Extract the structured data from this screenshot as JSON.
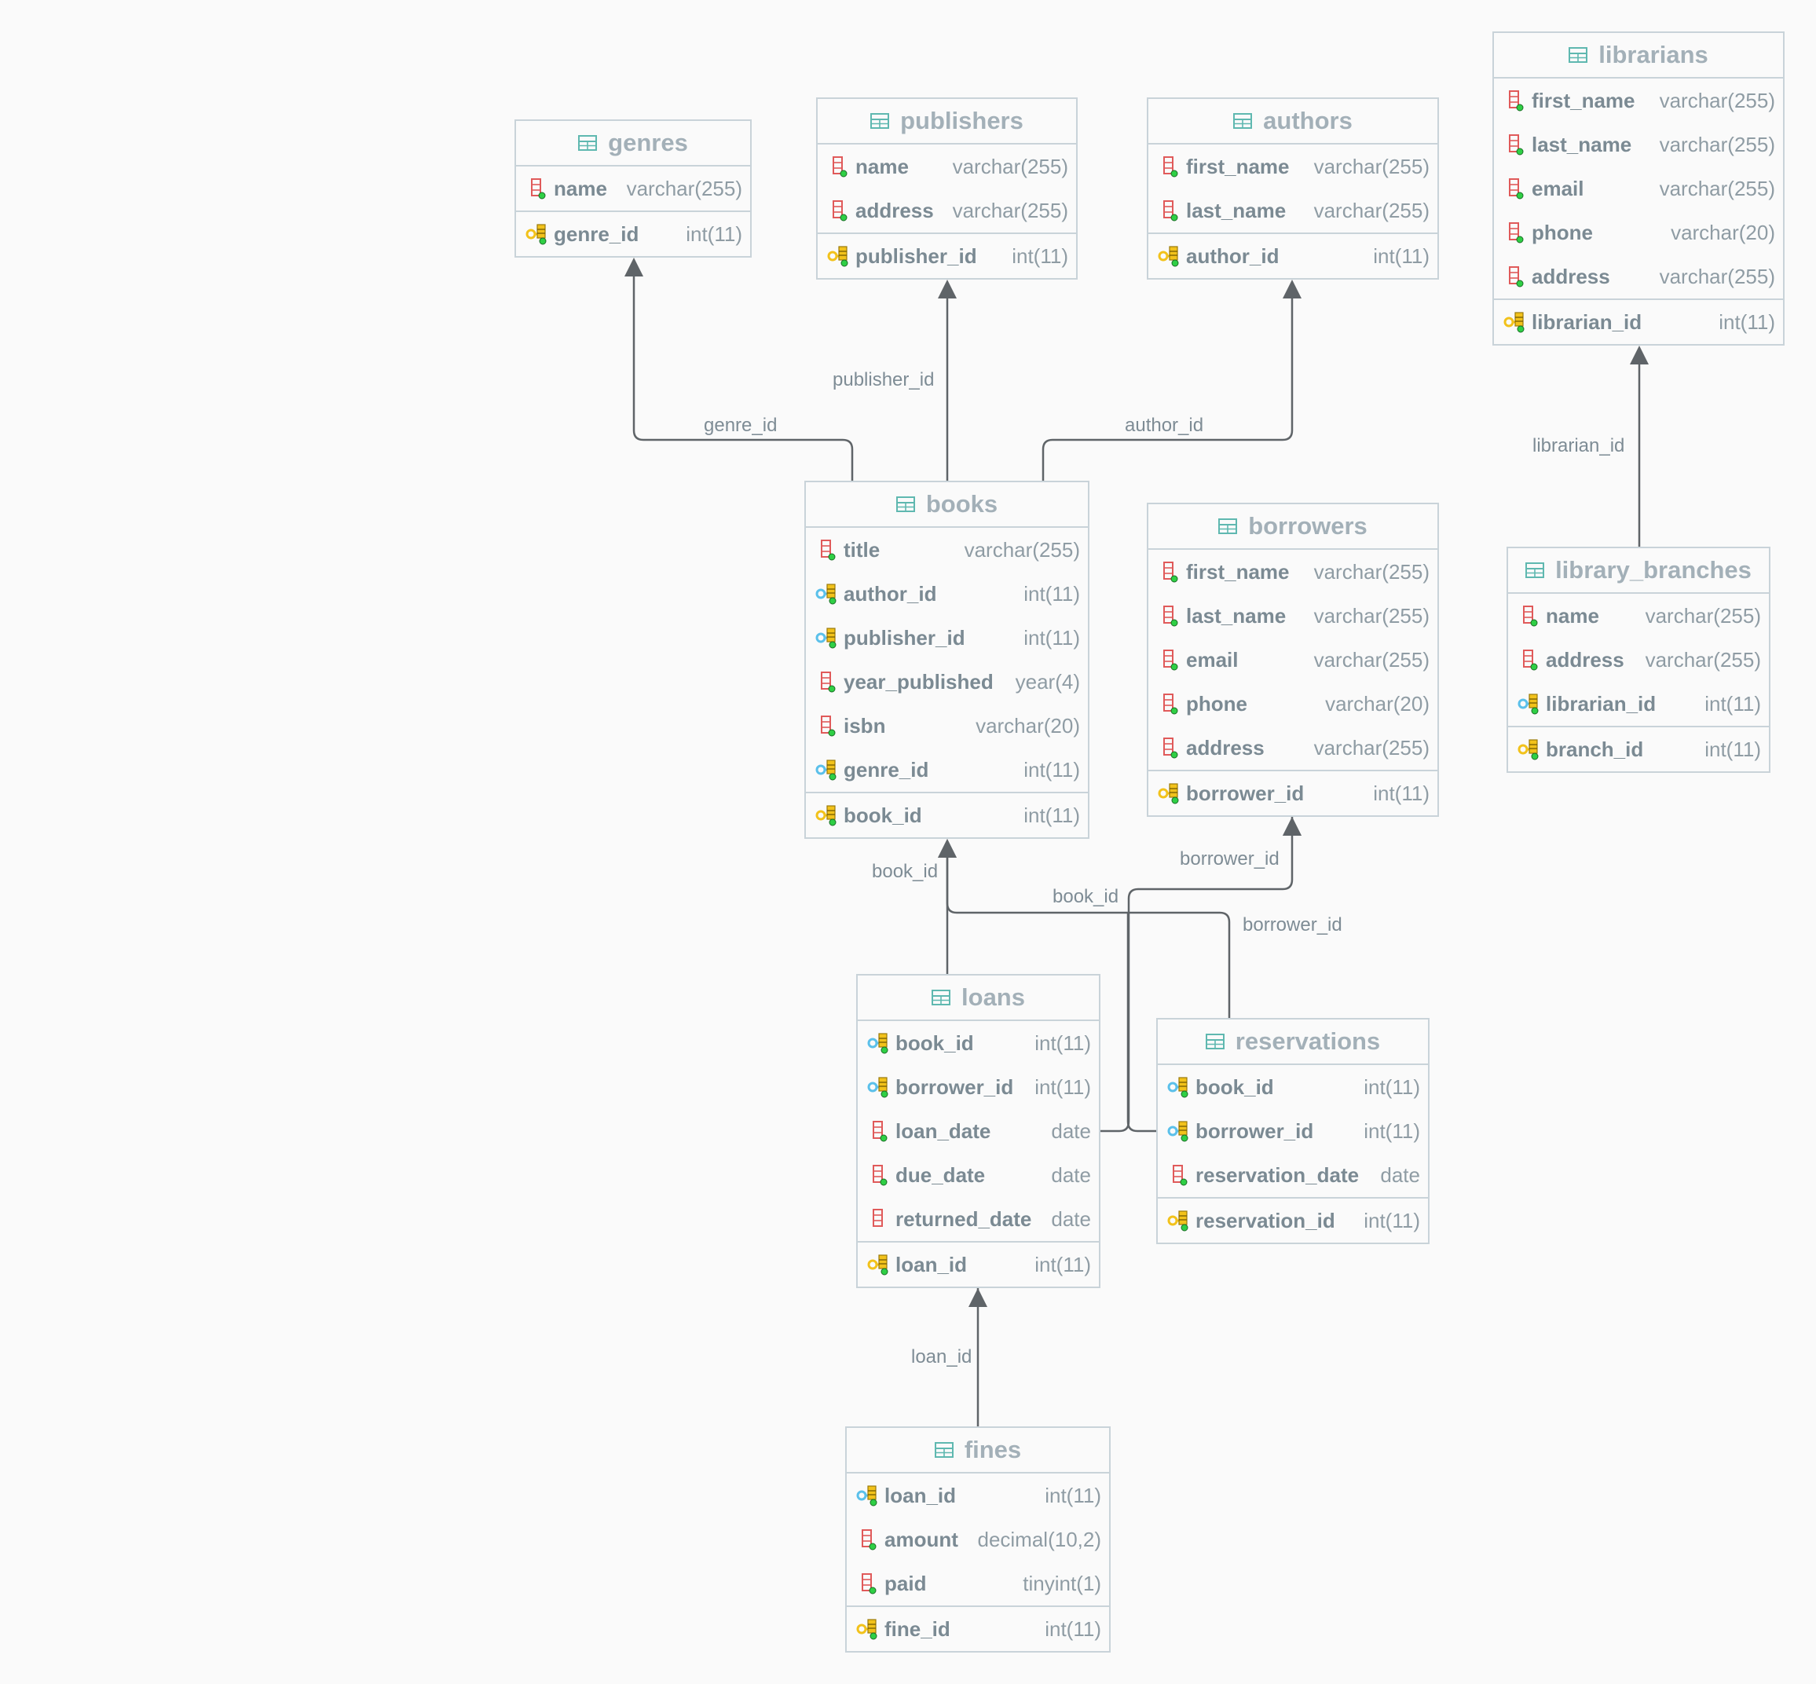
{
  "tables": [
    {
      "id": "genres",
      "name": "genres",
      "columns": [
        {
          "name": "name",
          "type": "varchar(255)",
          "kind": "field"
        }
      ],
      "pk": {
        "name": "genre_id",
        "type": "int(11)"
      }
    },
    {
      "id": "publishers",
      "name": "publishers",
      "columns": [
        {
          "name": "name",
          "type": "varchar(255)",
          "kind": "field"
        },
        {
          "name": "address",
          "type": "varchar(255)",
          "kind": "field"
        }
      ],
      "pk": {
        "name": "publisher_id",
        "type": "int(11)"
      }
    },
    {
      "id": "authors",
      "name": "authors",
      "columns": [
        {
          "name": "first_name",
          "type": "varchar(255)",
          "kind": "field"
        },
        {
          "name": "last_name",
          "type": "varchar(255)",
          "kind": "field"
        }
      ],
      "pk": {
        "name": "author_id",
        "type": "int(11)"
      }
    },
    {
      "id": "librarians",
      "name": "librarians",
      "columns": [
        {
          "name": "first_name",
          "type": "varchar(255)",
          "kind": "field"
        },
        {
          "name": "last_name",
          "type": "varchar(255)",
          "kind": "field"
        },
        {
          "name": "email",
          "type": "varchar(255)",
          "kind": "field"
        },
        {
          "name": "phone",
          "type": "varchar(20)",
          "kind": "field"
        },
        {
          "name": "address",
          "type": "varchar(255)",
          "kind": "field"
        }
      ],
      "pk": {
        "name": "librarian_id",
        "type": "int(11)"
      }
    },
    {
      "id": "books",
      "name": "books",
      "columns": [
        {
          "name": "title",
          "type": "varchar(255)",
          "kind": "field"
        },
        {
          "name": "author_id",
          "type": "int(11)",
          "kind": "fk"
        },
        {
          "name": "publisher_id",
          "type": "int(11)",
          "kind": "fk"
        },
        {
          "name": "year_published",
          "type": "year(4)",
          "kind": "field"
        },
        {
          "name": "isbn",
          "type": "varchar(20)",
          "kind": "field"
        },
        {
          "name": "genre_id",
          "type": "int(11)",
          "kind": "fk"
        }
      ],
      "pk": {
        "name": "book_id",
        "type": "int(11)"
      }
    },
    {
      "id": "borrowers",
      "name": "borrowers",
      "columns": [
        {
          "name": "first_name",
          "type": "varchar(255)",
          "kind": "field"
        },
        {
          "name": "last_name",
          "type": "varchar(255)",
          "kind": "field"
        },
        {
          "name": "email",
          "type": "varchar(255)",
          "kind": "field"
        },
        {
          "name": "phone",
          "type": "varchar(20)",
          "kind": "field"
        },
        {
          "name": "address",
          "type": "varchar(255)",
          "kind": "field"
        }
      ],
      "pk": {
        "name": "borrower_id",
        "type": "int(11)"
      }
    },
    {
      "id": "library_branches",
      "name": "library_branches",
      "columns": [
        {
          "name": "name",
          "type": "varchar(255)",
          "kind": "field"
        },
        {
          "name": "address",
          "type": "varchar(255)",
          "kind": "field"
        },
        {
          "name": "librarian_id",
          "type": "int(11)",
          "kind": "fk"
        }
      ],
      "pk": {
        "name": "branch_id",
        "type": "int(11)"
      }
    },
    {
      "id": "loans",
      "name": "loans",
      "columns": [
        {
          "name": "book_id",
          "type": "int(11)",
          "kind": "fk"
        },
        {
          "name": "borrower_id",
          "type": "int(11)",
          "kind": "fk"
        },
        {
          "name": "loan_date",
          "type": "date",
          "kind": "field"
        },
        {
          "name": "due_date",
          "type": "date",
          "kind": "field"
        },
        {
          "name": "returned_date",
          "type": "date",
          "kind": "nullable"
        }
      ],
      "pk": {
        "name": "loan_id",
        "type": "int(11)"
      }
    },
    {
      "id": "reservations",
      "name": "reservations",
      "columns": [
        {
          "name": "book_id",
          "type": "int(11)",
          "kind": "fk"
        },
        {
          "name": "borrower_id",
          "type": "int(11)",
          "kind": "fk"
        },
        {
          "name": "reservation_date",
          "type": "date",
          "kind": "field"
        }
      ],
      "pk": {
        "name": "reservation_id",
        "type": "int(11)"
      }
    },
    {
      "id": "fines",
      "name": "fines",
      "columns": [
        {
          "name": "loan_id",
          "type": "int(11)",
          "kind": "fk"
        },
        {
          "name": "amount",
          "type": "decimal(10,2)",
          "kind": "field"
        },
        {
          "name": "paid",
          "type": "tinyint(1)",
          "kind": "field"
        }
      ],
      "pk": {
        "name": "fine_id",
        "type": "int(11)"
      }
    }
  ],
  "relations": [
    {
      "id": "books-genre",
      "from": "books",
      "to": "genres",
      "label": "genre_id"
    },
    {
      "id": "books-publisher",
      "from": "books",
      "to": "publishers",
      "label": "publisher_id"
    },
    {
      "id": "books-author",
      "from": "books",
      "to": "authors",
      "label": "author_id"
    },
    {
      "id": "branches-librarian",
      "from": "library_branches",
      "to": "librarians",
      "label": "librarian_id"
    },
    {
      "id": "loans-book",
      "from": "loans",
      "to": "books",
      "label": "book_id"
    },
    {
      "id": "loans-borrower",
      "from": "loans",
      "to": "borrowers",
      "label": "borrower_id"
    },
    {
      "id": "reservations-book",
      "from": "reservations",
      "to": "books",
      "label": "book_id"
    },
    {
      "id": "reservations-borrower",
      "from": "reservations",
      "to": "borrowers",
      "label": "borrower_id"
    },
    {
      "id": "fines-loan",
      "from": "fines",
      "to": "loans",
      "label": "loan_id"
    }
  ],
  "colors": {
    "line": "#5f6468",
    "border": "#c9d3d9",
    "title": "#a3b0b8",
    "field_icon": "#e05a5a",
    "pk_icon": "#f2c21b",
    "fk_icon": "#5bc0ea",
    "dot": "#2fcf45",
    "table_icon": "#5fb8b0"
  }
}
